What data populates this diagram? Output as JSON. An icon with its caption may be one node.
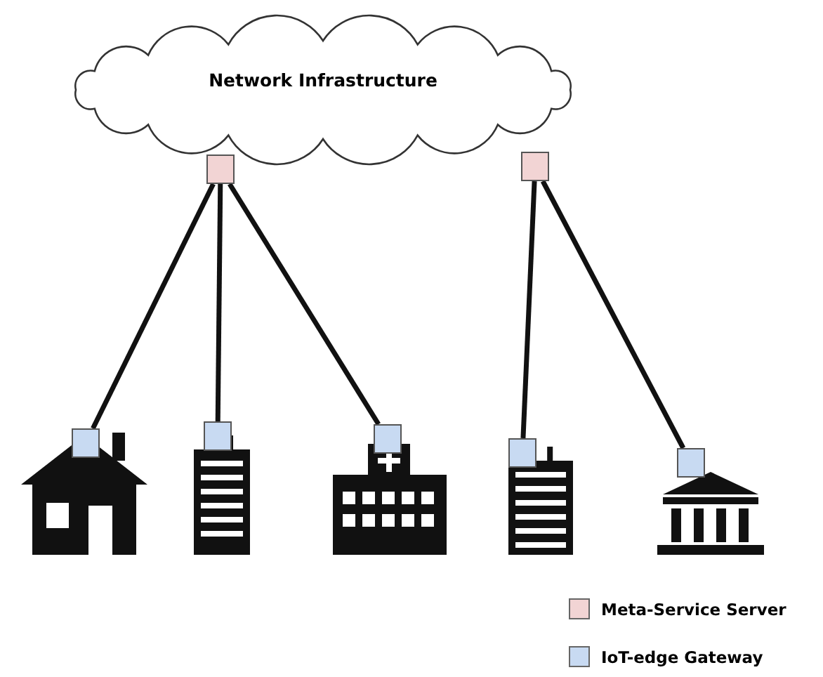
{
  "diagram": {
    "nodes": [
      {
        "text": [
          "Network Infrastructure"
        ]
      },
      {
        "text": [],
        "shape": "box"
      },
      {
        "text": [],
        "shape": "box"
      },
      {
        "text": [],
        "shape": "box"
      },
      {
        "text": [],
        "shape": "box"
      },
      {
        "text": [],
        "shape": "box"
      },
      {
        "text": [],
        "shape": "box"
      },
      {
        "text": [],
        "shape": "box"
      }
    ],
    "edges": [
      {
        "from": 1,
        "to": 3,
        "arrow": "none"
      },
      {
        "from": 1,
        "to": 4,
        "arrow": "none"
      },
      {
        "from": 1,
        "to": 5,
        "arrow": "none"
      },
      {
        "from": 2,
        "to": 6,
        "arrow": "none"
      },
      {
        "from": 2,
        "to": 7,
        "arrow": "none"
      }
    ],
    "legend": [
      {
        "text": "Meta-Service Server",
        "color": "#f2d4d4"
      },
      {
        "text": "IoT-edge Gateway",
        "color": "#c8daf2"
      }
    ]
  }
}
